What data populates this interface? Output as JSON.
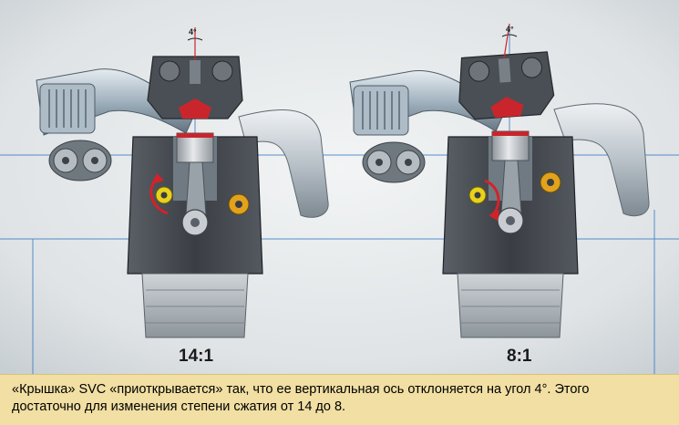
{
  "diagram": {
    "left_engine": {
      "ratio_label": "14:1",
      "angle_label": "4°"
    },
    "right_engine": {
      "ratio_label": "8:1",
      "angle_label": "4°"
    }
  },
  "caption": {
    "text": "«Крышка» SVC «приоткрывается» так, что ее вертикальная ось отклоняется на угол 4°. Этого достаточно для изменения степени сжатия от 14 до 8."
  },
  "colors": {
    "panel_background": "#d6dcdf",
    "caption_background": "#f1dfa3",
    "block_dark": "#3a3d42",
    "piston": "#c9ccd0",
    "combustion_red": "#c8262c",
    "eccentric_yellow": "#e8d21c",
    "rotation_arrow_red": "#d4222a",
    "guide_line_blue": "#3b7cc4",
    "intake_silver": "#b7c4cf",
    "exhaust_silver": "#c9cfd4"
  }
}
